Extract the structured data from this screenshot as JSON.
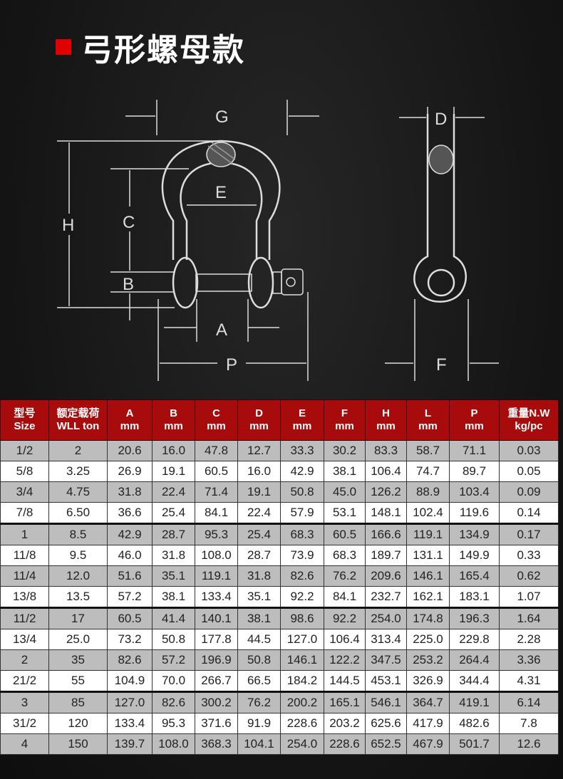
{
  "title": "弓形螺母款",
  "diagram_labels": {
    "G": "G",
    "H": "H",
    "C": "C",
    "B": "B",
    "E": "E",
    "A": "A",
    "P": "P",
    "D": "D",
    "F": "F"
  },
  "colors": {
    "accent": "#e10000",
    "header_bg": "#a80b0b",
    "row_gray": "#bdbdbd",
    "row_white": "#ffffff"
  },
  "table": {
    "headers": [
      [
        "型号",
        "Size"
      ],
      [
        "额定载荷",
        "WLL ton"
      ],
      [
        "A",
        "mm"
      ],
      [
        "B",
        "mm"
      ],
      [
        "C",
        "mm"
      ],
      [
        "D",
        "mm"
      ],
      [
        "E",
        "mm"
      ],
      [
        "F",
        "mm"
      ],
      [
        "H",
        "mm"
      ],
      [
        "L",
        "mm"
      ],
      [
        "P",
        "mm"
      ],
      [
        "重量N.W",
        "kg/pc"
      ]
    ],
    "rows": [
      [
        "1/2",
        "2",
        "20.6",
        "16.0",
        "47.8",
        "12.7",
        "33.3",
        "30.2",
        "83.3",
        "58.7",
        "71.1",
        "0.03"
      ],
      [
        "5/8",
        "3.25",
        "26.9",
        "19.1",
        "60.5",
        "16.0",
        "42.9",
        "38.1",
        "106.4",
        "74.7",
        "89.7",
        "0.05"
      ],
      [
        "3/4",
        "4.75",
        "31.8",
        "22.4",
        "71.4",
        "19.1",
        "50.8",
        "45.0",
        "126.2",
        "88.9",
        "103.4",
        "0.09"
      ],
      [
        "7/8",
        "6.50",
        "36.6",
        "25.4",
        "84.1",
        "22.4",
        "57.9",
        "53.1",
        "148.1",
        "102.4",
        "119.6",
        "0.14"
      ],
      [
        "1",
        "8.5",
        "42.9",
        "28.7",
        "95.3",
        "25.4",
        "68.3",
        "60.5",
        "166.6",
        "119.1",
        "134.9",
        "0.17"
      ],
      [
        "11/8",
        "9.5",
        "46.0",
        "31.8",
        "108.0",
        "28.7",
        "73.9",
        "68.3",
        "189.7",
        "131.1",
        "149.9",
        "0.33"
      ],
      [
        "11/4",
        "12.0",
        "51.6",
        "35.1",
        "119.1",
        "31.8",
        "82.6",
        "76.2",
        "209.6",
        "146.1",
        "165.4",
        "0.62"
      ],
      [
        "13/8",
        "13.5",
        "57.2",
        "38.1",
        "133.4",
        "35.1",
        "92.2",
        "84.1",
        "232.7",
        "162.1",
        "183.1",
        "1.07"
      ],
      [
        "11/2",
        "17",
        "60.5",
        "41.4",
        "140.1",
        "38.1",
        "98.6",
        "92.2",
        "254.0",
        "174.8",
        "196.3",
        "1.64"
      ],
      [
        "13/4",
        "25.0",
        "73.2",
        "50.8",
        "177.8",
        "44.5",
        "127.0",
        "106.4",
        "313.4",
        "225.0",
        "229.8",
        "2.28"
      ],
      [
        "2",
        "35",
        "82.6",
        "57.2",
        "196.9",
        "50.8",
        "146.1",
        "122.2",
        "347.5",
        "253.2",
        "264.4",
        "3.36"
      ],
      [
        "21/2",
        "55",
        "104.9",
        "70.0",
        "266.7",
        "66.5",
        "184.2",
        "144.5",
        "453.1",
        "326.9",
        "344.4",
        "4.31"
      ],
      [
        "3",
        "85",
        "127.0",
        "82.6",
        "300.2",
        "76.2",
        "200.2",
        "165.1",
        "546.1",
        "364.7",
        "419.1",
        "6.14"
      ],
      [
        "31/2",
        "120",
        "133.4",
        "95.3",
        "371.6",
        "91.9",
        "228.6",
        "203.2",
        "625.6",
        "417.9",
        "482.6",
        "7.8"
      ],
      [
        "4",
        "150",
        "139.7",
        "108.0",
        "368.3",
        "104.1",
        "254.0",
        "228.6",
        "652.5",
        "467.9",
        "501.7",
        "12.6"
      ]
    ]
  }
}
